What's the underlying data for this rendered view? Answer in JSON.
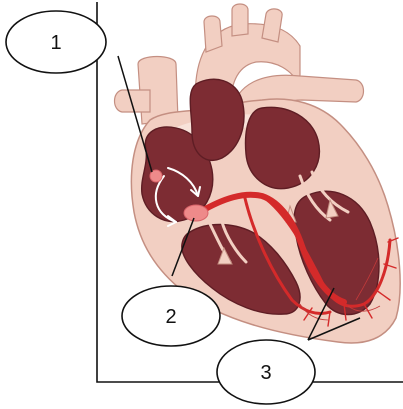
{
  "labels": {
    "one": "1",
    "two": "2",
    "three": "3"
  },
  "colors": {
    "muscle": "#f2cfc2",
    "muscle_edge": "#c48f82",
    "chamber": "#7d2c33",
    "chamber_dark": "#5e1d24",
    "conduction": "#d42a2a",
    "node": "#ee8a8a",
    "line": "#111111"
  }
}
